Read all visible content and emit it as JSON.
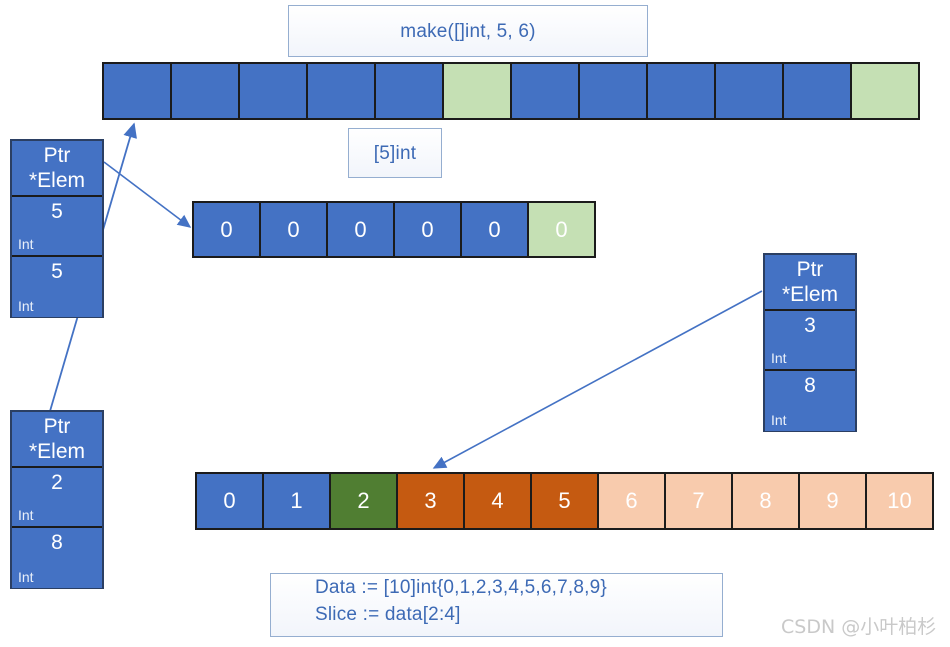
{
  "diagram": {
    "title_callout": {
      "text": "make([]int, 5, 6)"
    },
    "type_callout": {
      "text": "[5]int"
    },
    "code_callout": {
      "line1": "Data := [10]int{0,1,2,3,4,5,6,7,8,9}",
      "line2": "Slice := data[2:4]"
    },
    "watermark": {
      "text": "CSDN @小叶柏杉"
    },
    "colors": {
      "blue": "#4472c4",
      "light_green": "#c5e0b4",
      "dark_green": "#507e32",
      "orange": "#c55a11",
      "light_orange": "#f8cbad",
      "border": "#1b1b1b",
      "callout_text": "#3d6ab5",
      "callout_border": "#95aed0",
      "arrow": "#4472c4",
      "watermark": "#c9c9c9"
    },
    "capacity_strip": {
      "name": "backing-array-capacity-strip",
      "cells": [
        {
          "label": "",
          "fill": "blue"
        },
        {
          "label": "",
          "fill": "blue"
        },
        {
          "label": "",
          "fill": "blue"
        },
        {
          "label": "",
          "fill": "blue"
        },
        {
          "label": "",
          "fill": "blue"
        },
        {
          "label": "",
          "fill": "light_green"
        },
        {
          "label": "",
          "fill": "blue"
        },
        {
          "label": "",
          "fill": "blue"
        },
        {
          "label": "",
          "fill": "blue"
        },
        {
          "label": "",
          "fill": "blue"
        },
        {
          "label": "",
          "fill": "blue"
        },
        {
          "label": "",
          "fill": "light_green"
        }
      ]
    },
    "zero_strip": {
      "name": "made-slice-elements-strip",
      "cells": [
        {
          "label": "0",
          "fill": "blue"
        },
        {
          "label": "0",
          "fill": "blue"
        },
        {
          "label": "0",
          "fill": "blue"
        },
        {
          "label": "0",
          "fill": "blue"
        },
        {
          "label": "0",
          "fill": "blue"
        },
        {
          "label": "0",
          "fill": "light_green"
        }
      ]
    },
    "data_strip": {
      "name": "data-array-strip",
      "cells": [
        {
          "label": "0",
          "fill": "blue"
        },
        {
          "label": "1",
          "fill": "blue"
        },
        {
          "label": "2",
          "fill": "dark_green"
        },
        {
          "label": "3",
          "fill": "orange"
        },
        {
          "label": "4",
          "fill": "orange"
        },
        {
          "label": "5",
          "fill": "orange"
        },
        {
          "label": "6",
          "fill": "light_orange"
        },
        {
          "label": "7",
          "fill": "light_orange"
        },
        {
          "label": "8",
          "fill": "light_orange"
        },
        {
          "label": "9",
          "fill": "light_orange"
        },
        {
          "label": "10",
          "fill": "light_orange"
        }
      ]
    },
    "structs": [
      {
        "name": "slice-header-made",
        "head_line1": "Ptr",
        "head_line2": "*Elem",
        "field1_value": "5",
        "field1_type": "Int",
        "field2_value": "5",
        "field2_type": "Int"
      },
      {
        "name": "slice-header-data",
        "head_line1": "Ptr",
        "head_line2": "*Elem",
        "field1_value": "2",
        "field1_type": "Int",
        "field2_value": "8",
        "field2_type": "Int"
      },
      {
        "name": "slice-header-sliced",
        "head_line1": "Ptr",
        "head_line2": "*Elem",
        "field1_value": "3",
        "field1_type": "Int",
        "field2_value": "8",
        "field2_type": "Int"
      }
    ]
  }
}
